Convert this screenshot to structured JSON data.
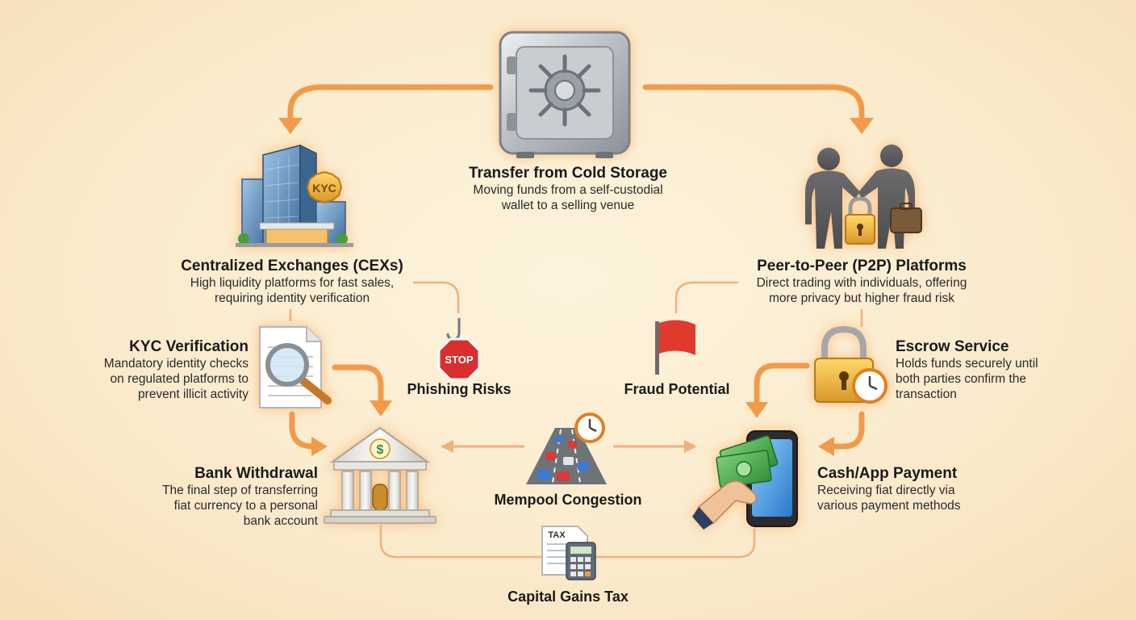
{
  "colors": {
    "arrow": "#f29a4a",
    "connector": "#f2b07a",
    "background": "#fbefd6"
  },
  "nodes": {
    "cold_storage": {
      "icon": "safe-icon",
      "title": "Transfer from Cold Storage",
      "desc_line1": "Moving funds from a self-custodial",
      "desc_line2": "wallet to a selling venue"
    },
    "cex": {
      "icon": "exchange-building-icon",
      "badge": "KYC",
      "title": "Centralized Exchanges (CEXs)",
      "desc_line1": "High liquidity platforms for fast sales,",
      "desc_line2": "requiring identity verification"
    },
    "p2p": {
      "icon": "handshake-icon",
      "title": "Peer-to-Peer (P2P) Platforms",
      "desc_line1": "Direct trading with individuals, offering",
      "desc_line2": "more privacy but higher fraud risk"
    },
    "kyc": {
      "icon": "document-magnifier-icon",
      "title": "KYC Verification",
      "desc_line1": "Mandatory identity checks",
      "desc_line2": "on regulated platforms to",
      "desc_line3": "prevent illicit activity"
    },
    "phishing": {
      "icon": "stop-sign-hook-icon",
      "sign_text": "STOP",
      "title": "Phishing Risks"
    },
    "fraud": {
      "icon": "red-flag-icon",
      "title": "Fraud Potential"
    },
    "escrow": {
      "icon": "padlock-clock-icon",
      "title": "Escrow Service",
      "desc_line1": "Holds funds securely until",
      "desc_line2": "both parties confirm the",
      "desc_line3": "transaction"
    },
    "bank": {
      "icon": "bank-icon",
      "title": "Bank Withdrawal",
      "desc_line1": "The final step of transferring",
      "desc_line2": "fiat currency to a personal",
      "desc_line3": "bank account"
    },
    "mempool": {
      "icon": "traffic-road-clock-icon",
      "title": "Mempool Congestion"
    },
    "cash": {
      "icon": "cash-phone-icon",
      "title": "Cash/App Payment",
      "desc_line1": "Receiving fiat directly via",
      "desc_line2": "various payment methods"
    },
    "tax": {
      "icon": "tax-calculator-icon",
      "doc_text": "TAX",
      "title": "Capital Gains Tax"
    }
  }
}
